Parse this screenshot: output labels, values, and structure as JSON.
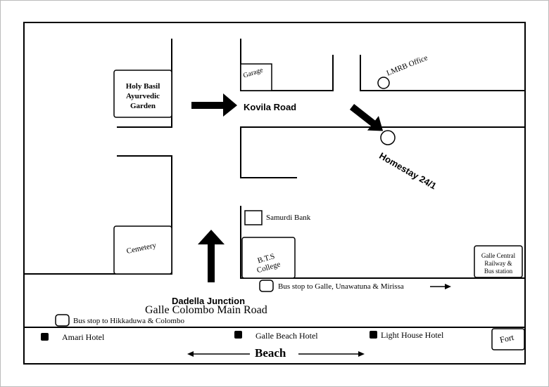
{
  "labels": {
    "holy_basil": [
      "Holy Basil",
      "Ayurvedic",
      "Garden"
    ],
    "garage": "Garage",
    "lmrb_office": "LMRB Office",
    "kovila_road": "Kovila Road",
    "homestay": "Homestay 24/1",
    "samurdi_bank": "Samurdi Bank",
    "cemetery": "Cemetery",
    "bts_college": [
      "B.T.S",
      "College"
    ],
    "galle_central": [
      "Galle Central",
      "Railway &",
      "Bus station"
    ],
    "bus_stop_galle": "Bus stop to Galle, Unawatuna & Mirissa",
    "dadella_junction": "Dadella Junction",
    "main_road": "Galle Colombo Main Road",
    "bus_stop_hikkaduwa": "Bus stop to Hikkaduwa & Colombo",
    "amari_hotel": "Amari Hotel",
    "galle_beach_hotel": "Galle Beach Hotel",
    "light_house_hotel": "Light House Hotel",
    "fort": "Fort",
    "beach": "Beach"
  }
}
